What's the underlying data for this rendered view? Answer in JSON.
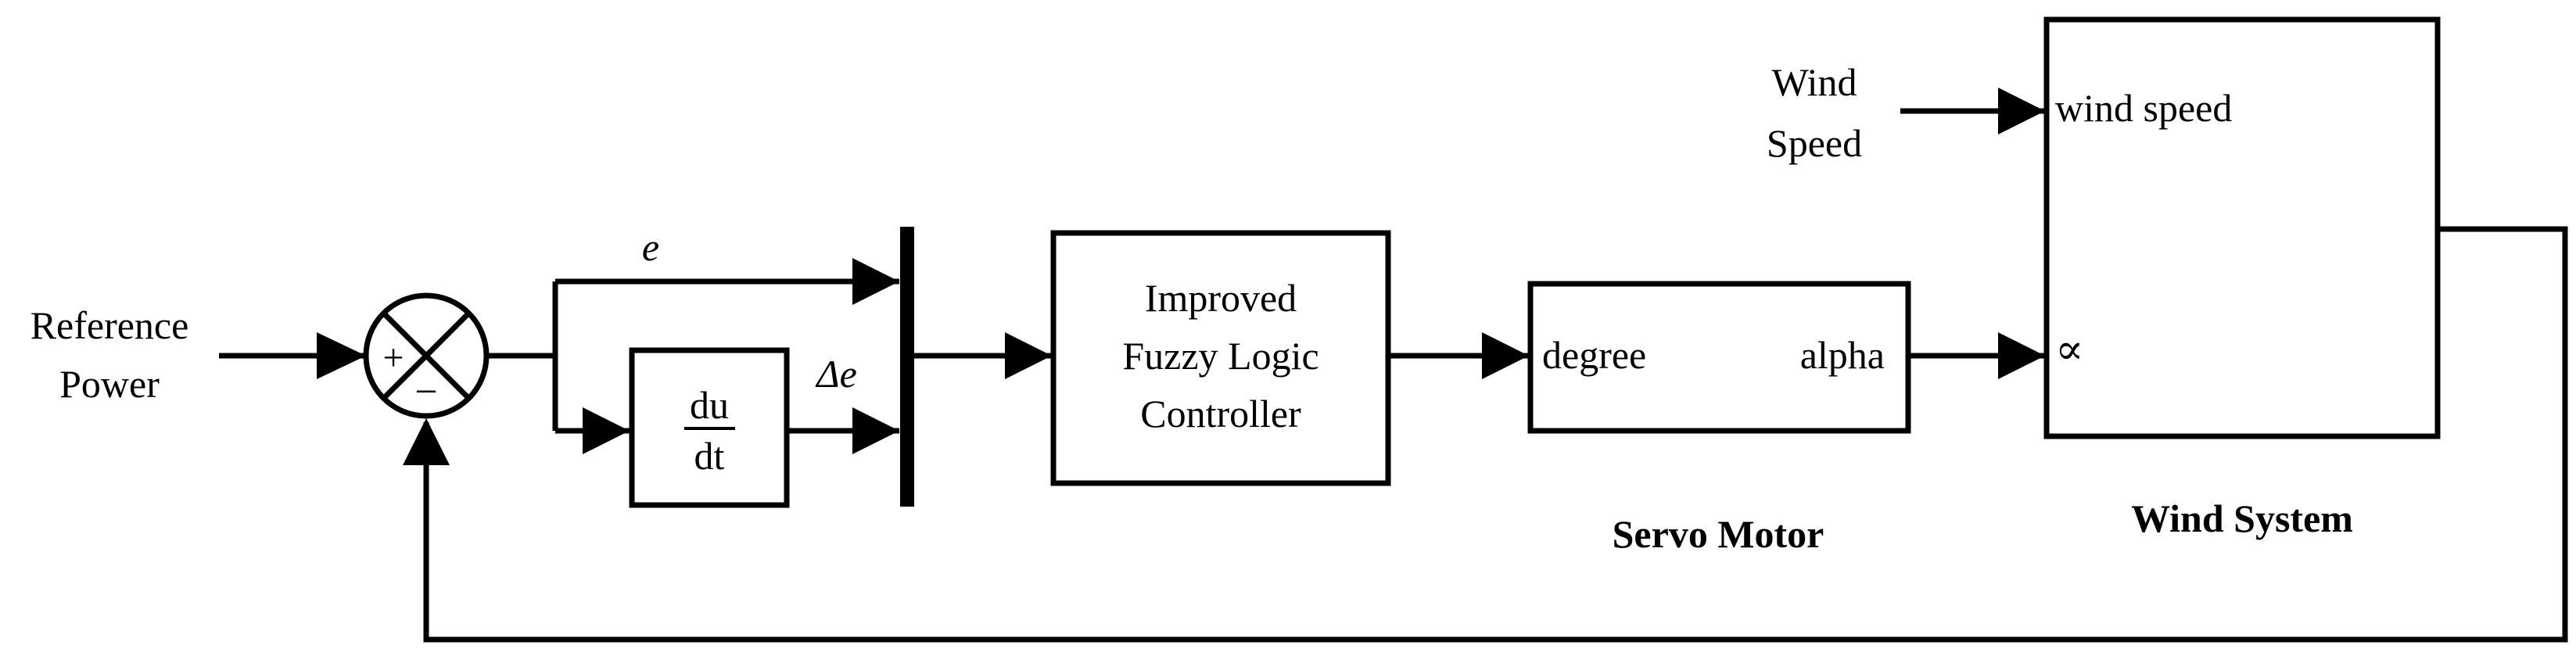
{
  "inputs": {
    "reference_power": [
      "Reference",
      "Power"
    ],
    "wind_speed": [
      "Wind",
      "Speed"
    ]
  },
  "summing_junction": {
    "plus": "+",
    "minus": "−"
  },
  "signals": {
    "error": "e",
    "delta_error": "Δe"
  },
  "derivative_block": {
    "numerator": "du",
    "denominator": "dt"
  },
  "controller_block": [
    "Improved",
    "Fuzzy Logic",
    "Controller"
  ],
  "servo_motor": {
    "input_port": "degree",
    "output_port": "alpha",
    "caption": "Servo Motor"
  },
  "wind_system": {
    "port_wind": "wind speed",
    "port_alpha": "∝",
    "caption": "Wind System"
  }
}
